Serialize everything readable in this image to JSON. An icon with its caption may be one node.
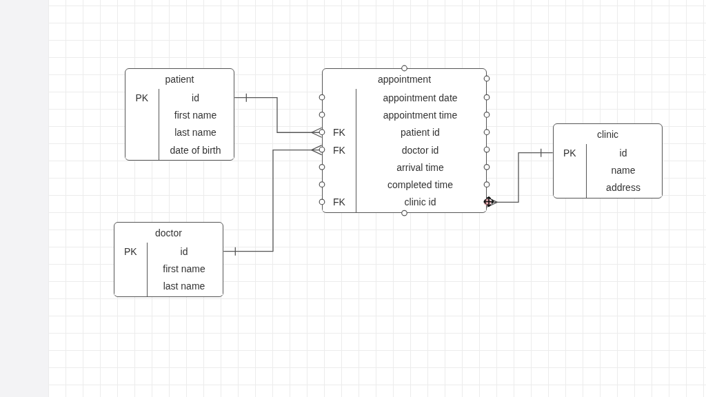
{
  "diagram": {
    "nodes": [
      {
        "text": [
          "patient"
        ]
      },
      {
        "text": [
          "PK",
          "id"
        ],
        "in": 0
      },
      {
        "text": [
          "first name"
        ],
        "in": 0
      },
      {
        "text": [
          "last name"
        ],
        "in": 0
      },
      {
        "text": [
          "date of birth"
        ],
        "in": 0
      },
      {
        "text": [
          "appointment"
        ]
      },
      {
        "text": [
          "appointment date"
        ],
        "in": 5
      },
      {
        "text": [
          "appointment time"
        ],
        "in": 5
      },
      {
        "text": [
          "FK",
          "patient id"
        ],
        "in": 5
      },
      {
        "text": [
          "FK",
          "doctor id"
        ],
        "in": 5
      },
      {
        "text": [
          "arrival time"
        ],
        "in": 5
      },
      {
        "text": [
          "completed time"
        ],
        "in": 5
      },
      {
        "text": [
          "FK",
          "clinic id"
        ],
        "in": 5
      },
      {
        "text": [
          "clinic"
        ]
      },
      {
        "text": [
          "PK",
          "id"
        ],
        "in": 13
      },
      {
        "text": [
          "name"
        ],
        "in": 13
      },
      {
        "text": [
          "address"
        ],
        "in": 13
      },
      {
        "text": [
          "doctor"
        ]
      },
      {
        "text": [
          "PK",
          "id"
        ],
        "in": 17
      },
      {
        "text": [
          "first name"
        ],
        "in": 17
      },
      {
        "text": [
          "last name"
        ],
        "in": 17
      }
    ],
    "edges": [
      {
        "from": 8,
        "to": 1,
        "arrow": "other"
      },
      {
        "from": 9,
        "to": 18,
        "arrow": "other"
      },
      {
        "from": 12,
        "to": 14,
        "arrow": "other"
      }
    ]
  }
}
